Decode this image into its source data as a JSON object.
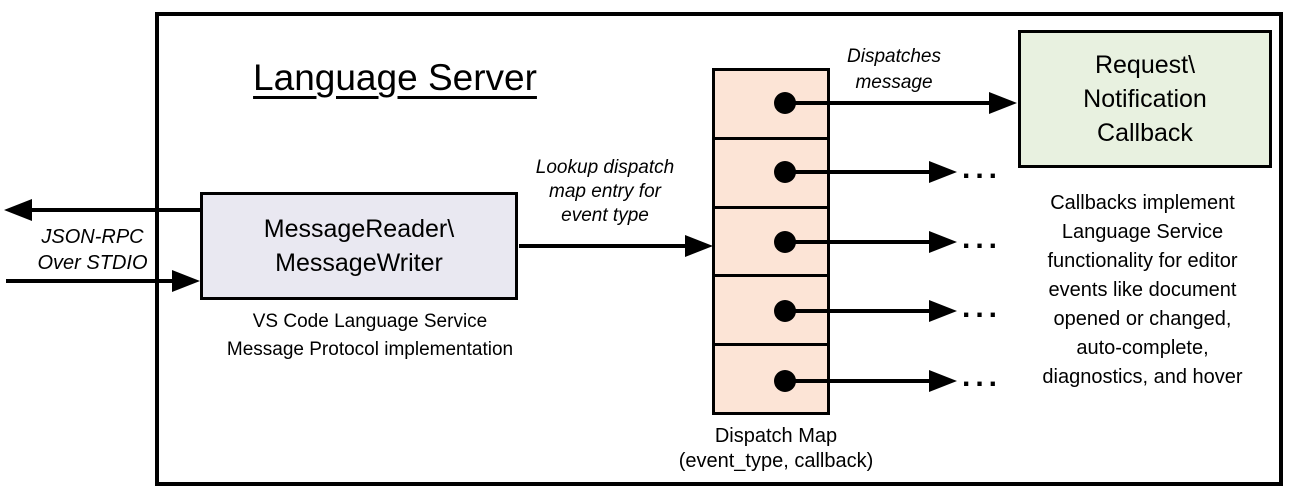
{
  "diagram": {
    "title": "Language Server",
    "io_label": "JSON-RPC\nOver STDIO",
    "reader_box_label": "MessageReader\\\nMessageWriter",
    "reader_caption": "VS Code Language Service\nMessage Protocol implementation",
    "lookup_label": "Lookup dispatch\nmap entry for\nevent type",
    "dispatches_label": "Dispatches\nmessage",
    "callback_box_label": "Request\\\nNotification\nCallback",
    "callbacks_caption": "Callbacks implement\nLanguage Service\nfunctionality for editor\nevents like document\nopened or changed,\nauto-complete,\ndiagnostics, and hover",
    "map_caption": "Dispatch Map\n(event_type, callback)",
    "ellipsis": "...",
    "colors": {
      "reader_box_fill": "#E9E8F1",
      "dispatch_map_fill": "#FCE4D6",
      "callback_box_fill": "#E8F1E0",
      "line_color": "#000000",
      "background": "#FFFFFF"
    }
  }
}
